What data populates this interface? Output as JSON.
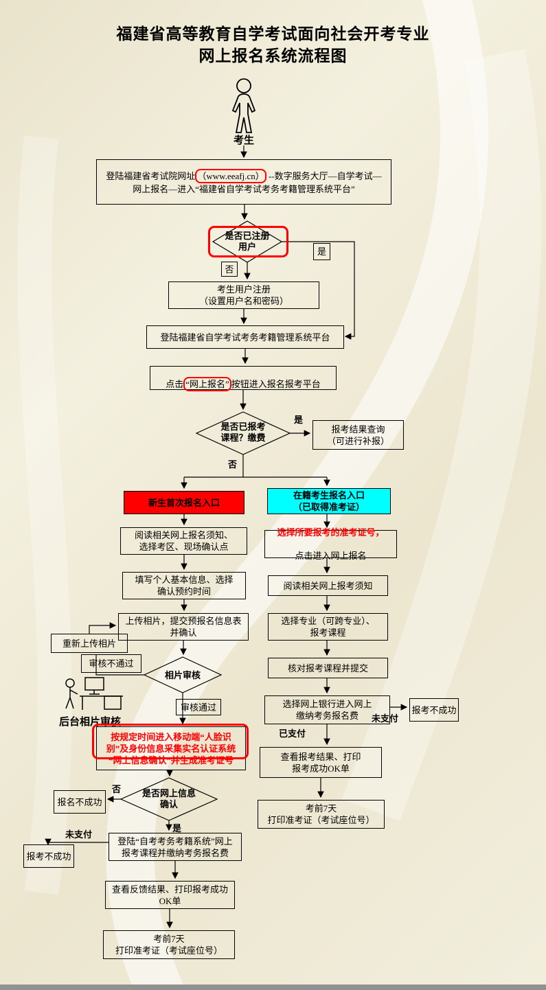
{
  "title": {
    "line1": "福建省高等教育自学考试面向社会开考专业",
    "line2": "网上报名系统流程图"
  },
  "actor": {
    "label": "考生"
  },
  "labels": {
    "yes": "是",
    "no": "否",
    "paid": "已支付",
    "unpaid": "未支付",
    "review_pass": "审核通过",
    "review_fail": "审核不通过",
    "re_upload": "重新上传相片",
    "backstage_review": "后台相片审核",
    "register_fail": "报名不成功",
    "enroll_fail": "报考不成功"
  },
  "flow": {
    "login": {
      "pre": "登陆福建省考试院网址",
      "url": "（www.eeafj.cn）",
      "post": " --数字服务大厅—自学考试—",
      "line2": "网上报名—进入“福建省自学考试考务考籍管理系统平台”"
    },
    "d_registered": "是否已注册\n用户",
    "register": "考生用户注册\n（设置用户名和密码）",
    "platform": "登陆福建省自学考试考务考籍管理系统平台",
    "click": {
      "pre": "点击",
      "hl": "“网上报名”",
      "post": "按钮进入报名报考平台"
    },
    "d_enrolled": "是否已报考\n课程？缴费",
    "result_query": "报考结果查询\n（可进行补报）",
    "entry_new": "新生首次报名入口",
    "entry_existing": "在籍考生报名入口\n（已取得准考证）",
    "left": {
      "read_notice": "阅读相关网上报名须知、\n选择考区、现场确认点",
      "fill_info": "填写个人基本信息、选择\n确认预约时间",
      "upload_photo": "上传相片，提交预报名信息表\n并确认",
      "d_photo_review": "相片审核",
      "face_auth": "按规定时间进入移动端“人脸识\n别”及身份信息采集实名认证系统\n“网上信息确认”并生成准考证号",
      "d_online_confirm": "是否网上信息\n确认",
      "pay_course": "登陆“自考考务考籍系统”网上\n报考课程并缴纳考务报名费",
      "feedback": "查看反馈结果、打印报考成功\nOK单",
      "print_ticket": "考前7天\n打印准考证（考试座位号）"
    },
    "right": {
      "choose_ticket_red": "选择所要报考的准考证号，",
      "choose_ticket_black": "点击进入网上报名",
      "read_notice": "阅读相关网上报考须知",
      "choose_major": "选择专业（可跨专业）、\n报考课程",
      "verify_courses": "核对报考课程并提交",
      "pay_bank": "选择网上银行进入网上\n缴纳考务报名费",
      "view_result": "查看报考结果、打印\n报考成功OK单",
      "print_ticket": "考前7天\n打印准考证（考试座位号）"
    }
  },
  "colors": {
    "highlight": "#ff0000",
    "entry_new_bg": "#ff0000",
    "entry_existing_bg": "#00ffff",
    "red_text": "#ff0000"
  }
}
